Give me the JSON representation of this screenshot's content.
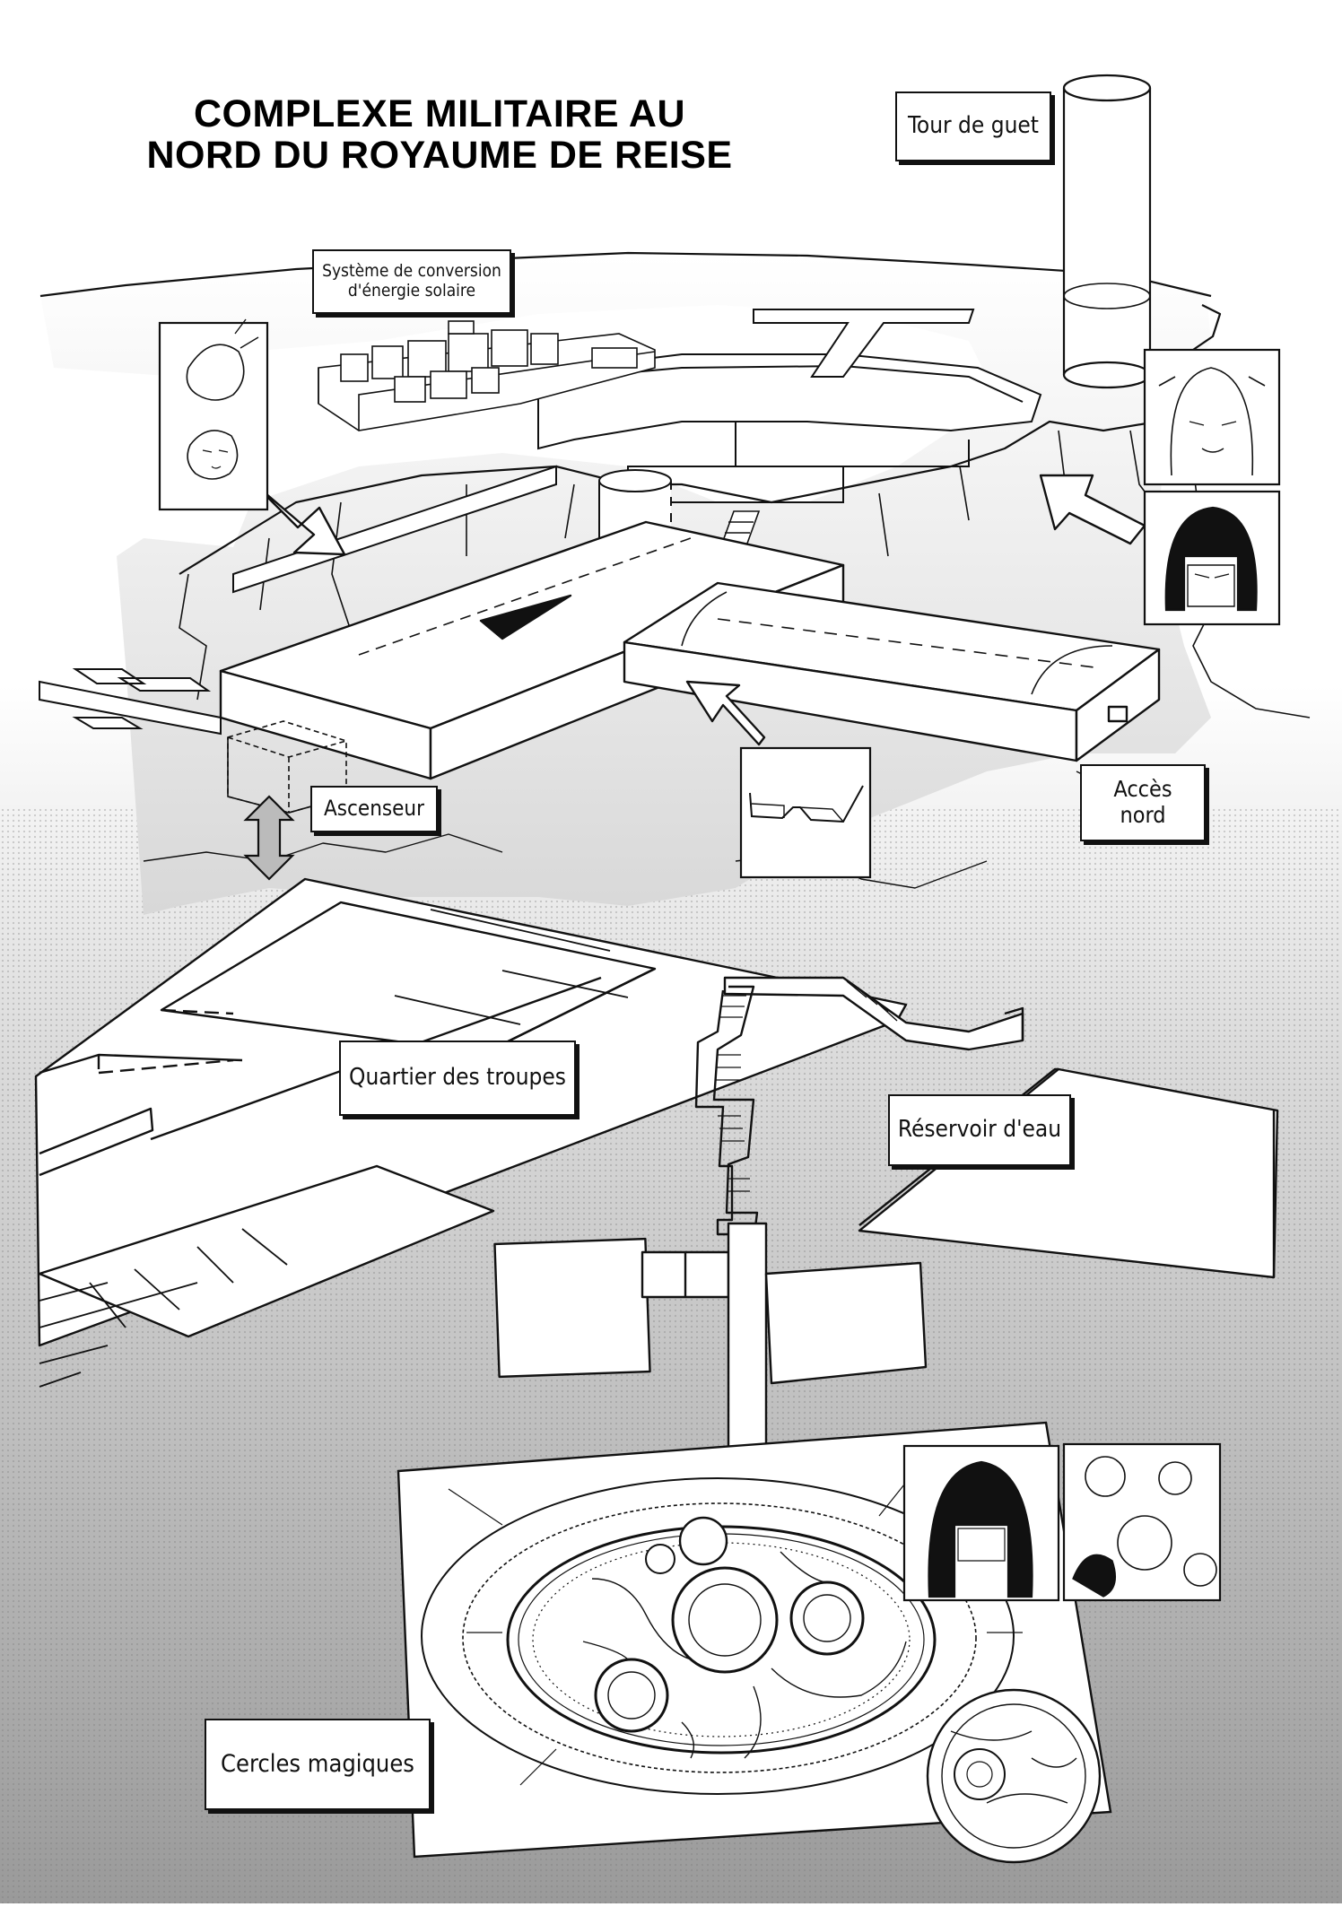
{
  "title": {
    "line1": "COMPLEXE MILITAIRE AU",
    "line2": "NORD DU ROYAUME DE REISE"
  },
  "labels": {
    "watchtower": "Tour de guet",
    "solar_line1": "Système de conversion",
    "solar_line2": "d'énergie solaire",
    "elevator": "Ascenseur",
    "north_line1": "Accès",
    "north_line2": "nord",
    "barracks": "Quartier des troupes",
    "reservoir": "Réservoir d'eau",
    "magic": "Cercles magiques"
  },
  "colors": {
    "ink": "#111111",
    "paper": "#ffffff",
    "screentone_light": "#e4e4e4",
    "screentone_dark": "#9c9c9c"
  },
  "icons": [
    "character-portrait-pair-icon",
    "character-portrait-long-hair-icon",
    "character-portrait-black-hair-icon",
    "glasses-icon",
    "character-portrait-hooded-icon",
    "character-group-icon",
    "magic-circle-icon",
    "elevator-double-arrow-icon"
  ]
}
